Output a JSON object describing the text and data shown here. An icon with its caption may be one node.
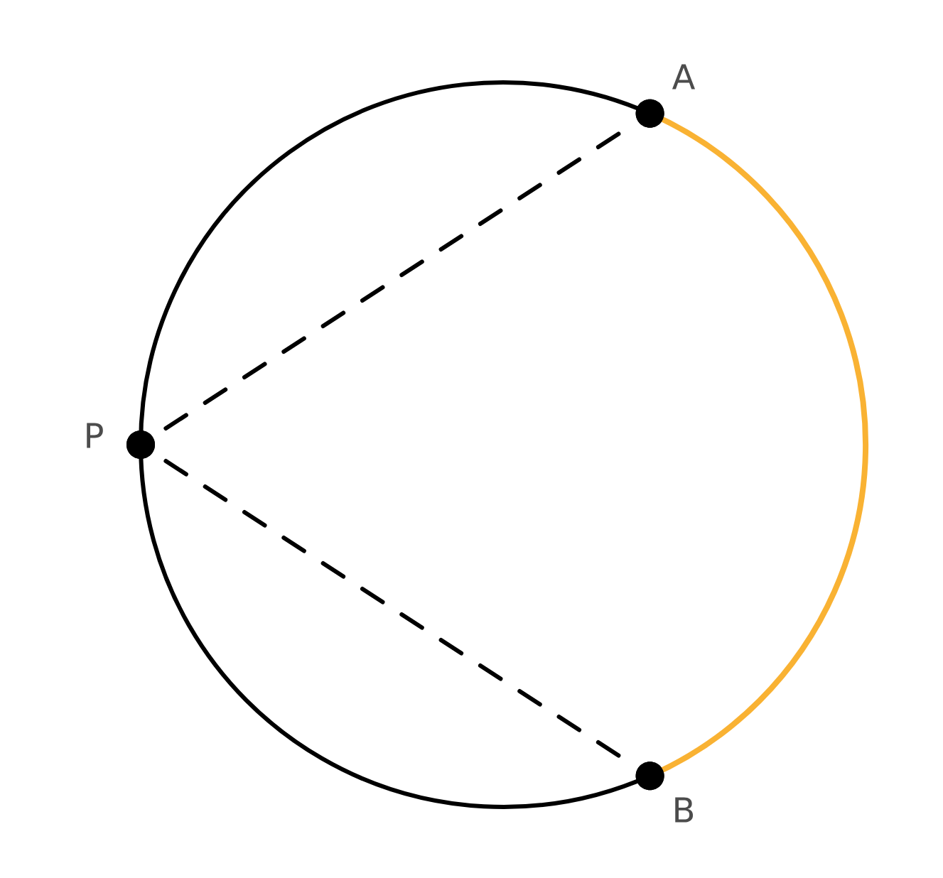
{
  "diagram": {
    "nodes": [
      {
        "text": [],
        "shape": "circle",
        "beside": [
          "A"
        ]
      },
      {
        "text": [],
        "shape": "circle",
        "beside": [
          "P"
        ]
      },
      {
        "text": [],
        "shape": "circle",
        "beside": [
          "B"
        ]
      }
    ],
    "edges": [
      {
        "from": 1,
        "to": 0,
        "arrow": "none",
        "style": "dashed"
      },
      {
        "from": 1,
        "to": 2,
        "arrow": "none",
        "style": "dashed"
      },
      {
        "from": 0,
        "to": 2,
        "arrow": "none",
        "color": "#f9b233"
      },
      {
        "from": 0,
        "to": 1,
        "arrow": "none"
      },
      {
        "from": 1,
        "to": 2,
        "arrow": "none"
      }
    ]
  }
}
